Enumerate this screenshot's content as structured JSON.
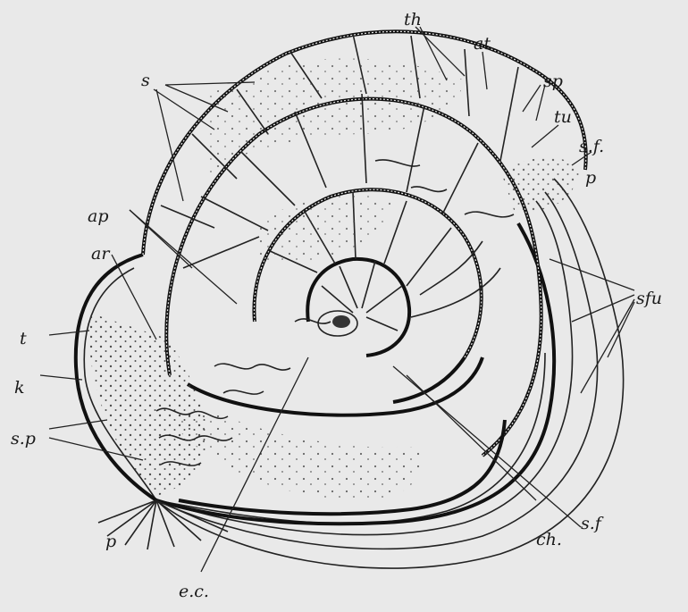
{
  "labels": {
    "th": "th",
    "at": "at",
    "sp_top": "sp",
    "tu": "tu",
    "sf_top": "s.f.",
    "p_right": "p",
    "sfu": "sfu",
    "s": "s",
    "ap": "ap",
    "ar": "ar",
    "t": "t",
    "k": "k",
    "sp_left": "s.p",
    "p_bottom": "p",
    "ec": "e.c.",
    "ch": "ch.",
    "sf_bottom": "s.f"
  },
  "colors": {
    "paper": "#e9e9e9",
    "ink": "#111111"
  }
}
